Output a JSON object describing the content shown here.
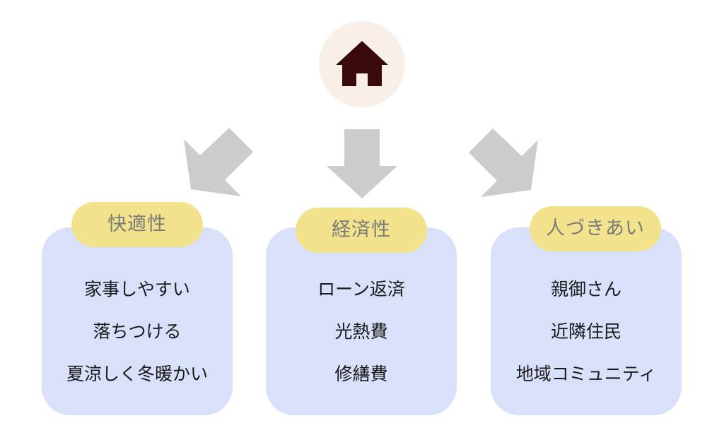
{
  "center_icon": "home-icon",
  "colors": {
    "icon_circle": "#f7efe8",
    "icon": "#3a0a0a",
    "arrow": "#cccccc",
    "card": "#d9e0fa",
    "pill": "#f3e28c",
    "pill_text": "#7a7a7a",
    "item_text": "#1a1a1a"
  },
  "categories": [
    {
      "title": "快適性",
      "items": [
        "家事しやすい",
        "落ちつける",
        "夏涼しく冬暖かい"
      ]
    },
    {
      "title": "経済性",
      "items": [
        "ローン返済",
        "光熱費",
        "修繕費"
      ]
    },
    {
      "title": "人づきあい",
      "items": [
        "親御さん",
        "近隣住民",
        "地域コミュニティ"
      ]
    }
  ]
}
